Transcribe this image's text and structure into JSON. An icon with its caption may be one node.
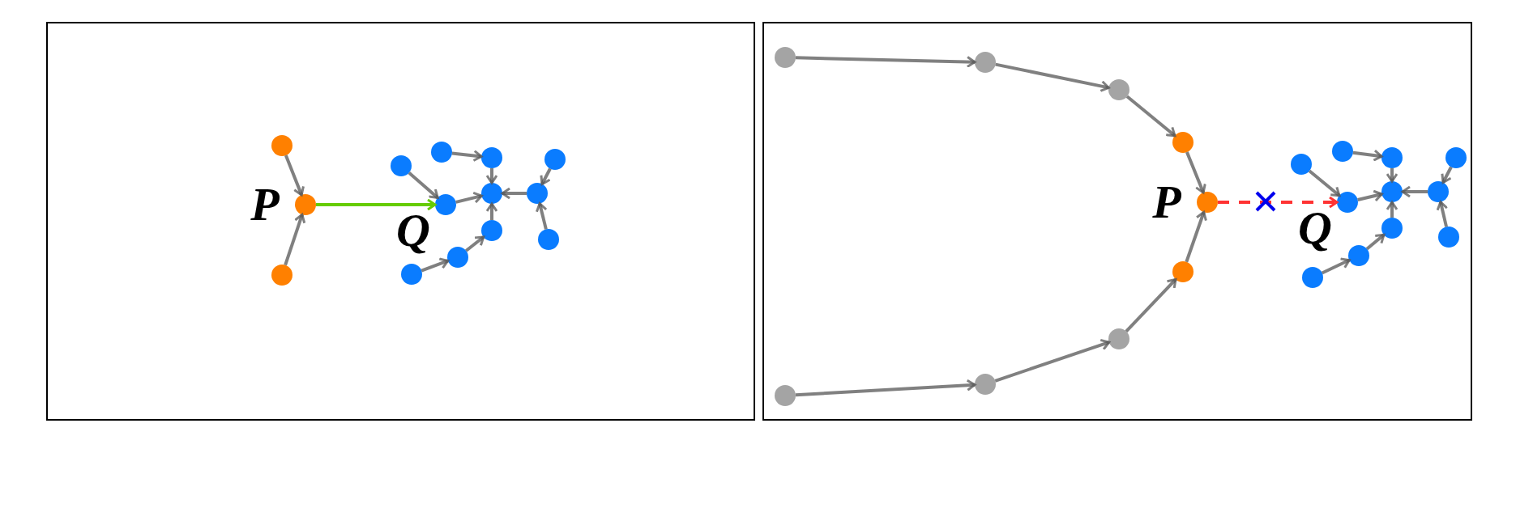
{
  "diagram": {
    "nodes": [
      {
        "text": [],
        "shape": "circle"
      },
      {
        "text": [],
        "shape": "circle",
        "beside": [
          "P"
        ]
      },
      {
        "text": [],
        "shape": "circle"
      },
      {
        "text": [],
        "shape": "circle"
      },
      {
        "text": [],
        "shape": "circle"
      },
      {
        "text": [],
        "shape": "circle",
        "beside": [
          "Q"
        ]
      },
      {
        "text": [],
        "shape": "circle"
      },
      {
        "text": [],
        "shape": "circle"
      },
      {
        "text": [],
        "shape": "circle"
      },
      {
        "text": [],
        "shape": "circle"
      },
      {
        "text": [],
        "shape": "circle"
      },
      {
        "text": [],
        "shape": "circle"
      },
      {
        "text": [],
        "shape": "circle"
      },
      {
        "text": [],
        "shape": "circle"
      },
      {
        "text": [],
        "shape": "circle"
      },
      {
        "text": [],
        "shape": "circle"
      },
      {
        "text": [],
        "shape": "circle"
      },
      {
        "text": [],
        "shape": "circle"
      },
      {
        "text": [],
        "shape": "circle",
        "beside": [
          "P"
        ]
      },
      {
        "text": [],
        "shape": "circle"
      },
      {
        "text": [],
        "shape": "circle"
      },
      {
        "text": [],
        "shape": "circle"
      },
      {
        "text": [],
        "shape": "circle"
      },
      {
        "text": [],
        "shape": "circle"
      },
      {
        "text": [],
        "shape": "circle"
      },
      {
        "text": [],
        "shape": "circle",
        "beside": [
          "Q"
        ]
      },
      {
        "text": [],
        "shape": "circle"
      },
      {
        "text": [],
        "shape": "circle"
      },
      {
        "text": [],
        "shape": "circle"
      },
      {
        "text": [],
        "shape": "circle"
      },
      {
        "text": [],
        "shape": "circle"
      },
      {
        "text": [],
        "shape": "circle"
      },
      {
        "text": [],
        "shape": "circle"
      },
      {
        "text": [],
        "shape": "circle"
      }
    ],
    "edges": [
      {
        "from": 0,
        "to": 1,
        "arrow": "to"
      },
      {
        "from": 2,
        "to": 1,
        "arrow": "to"
      },
      {
        "from": 1,
        "to": 5,
        "arrow": "to",
        "color": "#66cc00"
      },
      {
        "from": 3,
        "to": 5,
        "arrow": "to"
      },
      {
        "from": 4,
        "to": 6,
        "arrow": "to"
      },
      {
        "from": 6,
        "to": 7,
        "arrow": "to"
      },
      {
        "from": 5,
        "to": 7,
        "arrow": "to"
      },
      {
        "from": 10,
        "to": 7,
        "arrow": "to"
      },
      {
        "from": 9,
        "to": 7,
        "arrow": "to"
      },
      {
        "from": 8,
        "to": 9,
        "arrow": "to"
      },
      {
        "from": 13,
        "to": 9,
        "arrow": "to"
      },
      {
        "from": 12,
        "to": 11,
        "arrow": "to"
      },
      {
        "from": 11,
        "to": 10,
        "arrow": "to"
      },
      {
        "from": 14,
        "to": 15,
        "arrow": "to"
      },
      {
        "from": 15,
        "to": 16,
        "arrow": "to"
      },
      {
        "from": 16,
        "to": 17,
        "arrow": "to"
      },
      {
        "from": 17,
        "to": 18,
        "arrow": "to"
      },
      {
        "from": 22,
        "to": 21,
        "arrow": "to"
      },
      {
        "from": 21,
        "to": 20,
        "arrow": "to"
      },
      {
        "from": 20,
        "to": 19,
        "arrow": "to"
      },
      {
        "from": 19,
        "to": 18,
        "arrow": "to"
      },
      {
        "from": 18,
        "to": 25,
        "arrow": "to",
        "style": "dashed",
        "color": "#ff3333"
      },
      {
        "from": 23,
        "to": 25,
        "arrow": "to"
      },
      {
        "from": 24,
        "to": 26,
        "arrow": "to"
      },
      {
        "from": 26,
        "to": 27,
        "arrow": "to"
      },
      {
        "from": 25,
        "to": 27,
        "arrow": "to"
      },
      {
        "from": 30,
        "to": 27,
        "arrow": "to"
      },
      {
        "from": 29,
        "to": 27,
        "arrow": "to"
      },
      {
        "from": 28,
        "to": 29,
        "arrow": "to"
      },
      {
        "from": 33,
        "to": 29,
        "arrow": "to"
      },
      {
        "from": 32,
        "to": 31,
        "arrow": "to"
      },
      {
        "from": 31,
        "to": 30,
        "arrow": "to"
      }
    ]
  }
}
